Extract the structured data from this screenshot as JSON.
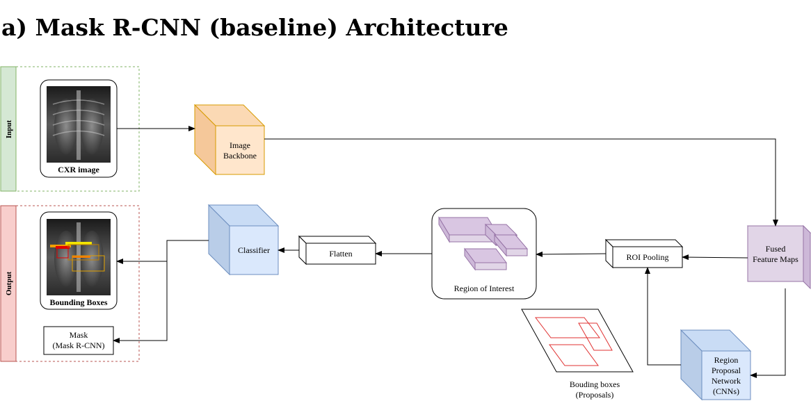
{
  "title": "a) Mask R-CNN (baseline) Architecture",
  "sections": {
    "input": "Input",
    "output": "Output"
  },
  "nodes": {
    "cxr_caption": "CXR image",
    "bbox_caption": "Bounding Boxes",
    "backbone": [
      "Image",
      "Backbone"
    ],
    "fused": [
      "Fused",
      "Feature Maps"
    ],
    "roi_pooling": "ROI Pooling",
    "rpn": [
      "Region",
      "Proposal",
      "Network",
      "(CNNs)"
    ],
    "roi": "Region of Interest",
    "flatten": "Flatten",
    "classifier": "Classifier",
    "mask": [
      "Mask",
      "(Mask R-CNN)"
    ],
    "proposals": [
      "Bouding boxes",
      "(Proposals)"
    ]
  },
  "colors": {
    "input_fill": "#d5e8d4",
    "input_stroke": "#82b366",
    "output_fill": "#f8cecc",
    "output_stroke": "#b85450",
    "backbone_fill": "#ffe6cc",
    "backbone_stroke": "#d79b00",
    "purple_fill": "#e1d5e7",
    "purple_stroke": "#9673a6",
    "blue_fill": "#dae8fc",
    "blue_stroke": "#6c8ebf",
    "proposal_red": "#e03030"
  }
}
